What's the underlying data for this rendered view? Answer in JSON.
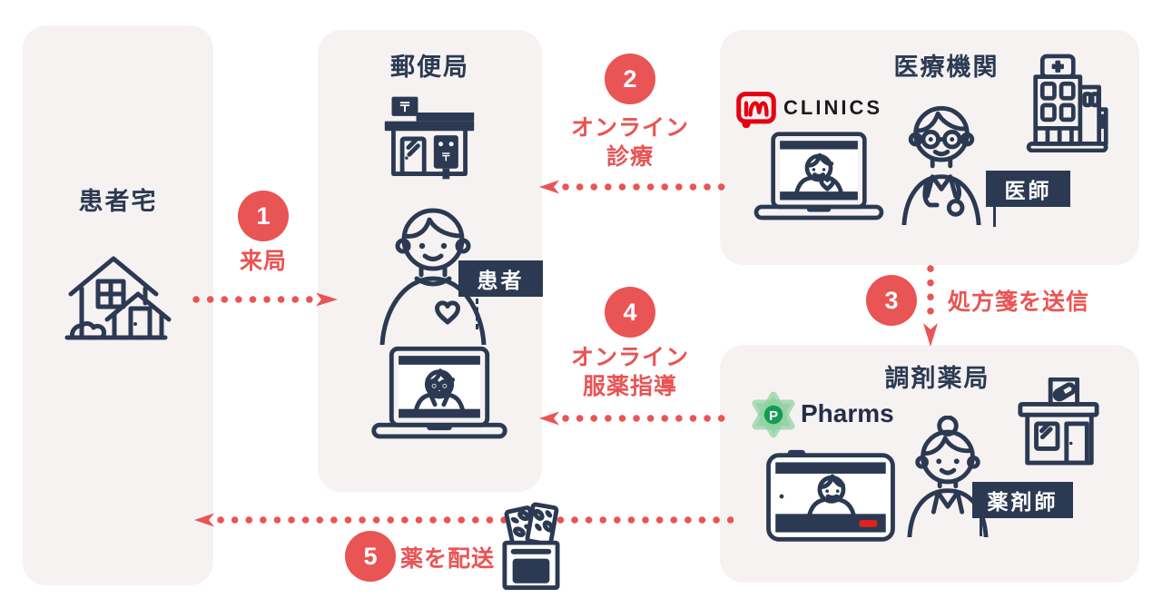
{
  "diagram": {
    "panels": {
      "home": {
        "title": "患者宅"
      },
      "post_office": {
        "title": "郵便局",
        "postal_mark": "〒",
        "person_label": "患者"
      },
      "clinic": {
        "title": "医療機関",
        "logo_text": "CLINICS",
        "person_label": "医師"
      },
      "pharmacy": {
        "title": "調剤薬局",
        "logo_text": "Pharms",
        "logo_initial": "P",
        "person_label": "薬剤師"
      }
    },
    "steps": [
      {
        "number": "1",
        "lines": [
          "来局"
        ]
      },
      {
        "number": "2",
        "lines": [
          "オンライン",
          "診療"
        ]
      },
      {
        "number": "3",
        "lines": [
          "処方箋を送信"
        ]
      },
      {
        "number": "4",
        "lines": [
          "オンライン",
          "服薬指導"
        ]
      },
      {
        "number": "5",
        "lines": [
          "薬を配送"
        ]
      }
    ],
    "colors": {
      "accent_red": "#e95454",
      "navy": "#2b3a52",
      "panel_bg": "#f7f2f2",
      "clinics_red": "#e60012",
      "pharms_green": "#8fd1a1",
      "pharms_dark_green": "#159a52",
      "record_red": "#e32119"
    }
  }
}
